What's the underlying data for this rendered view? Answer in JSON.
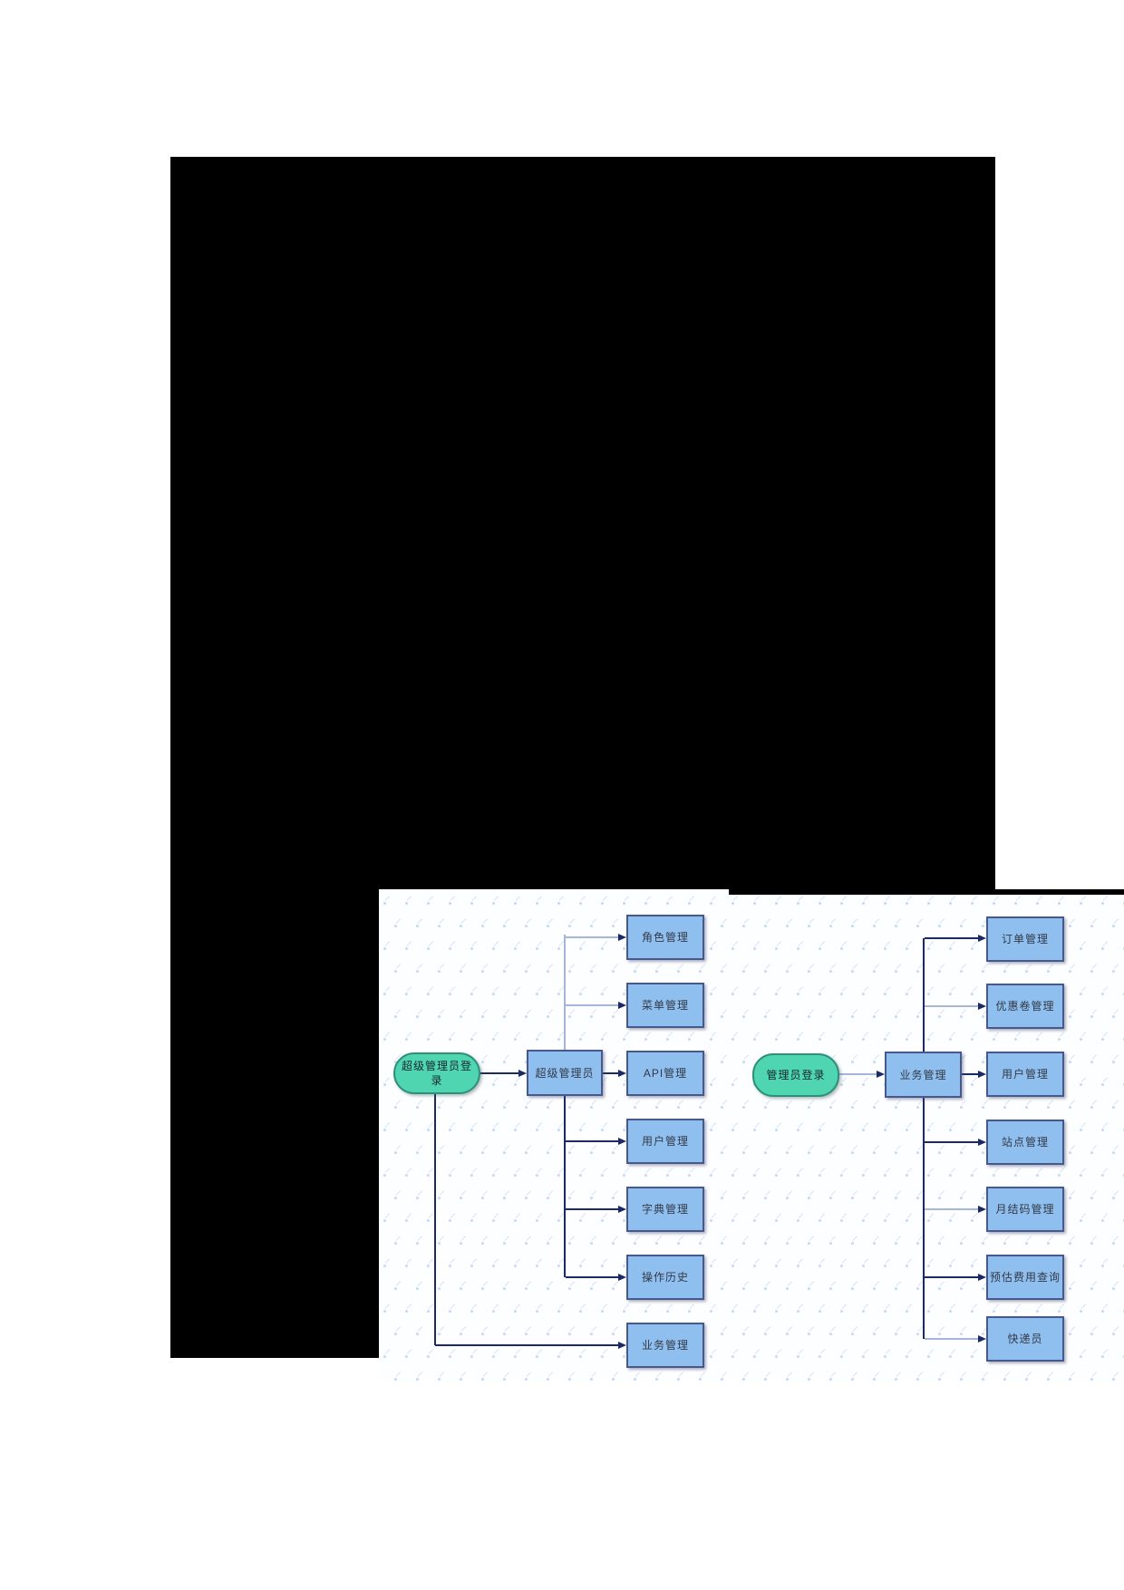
{
  "diagram": {
    "left": {
      "start": {
        "label": "超级管理员登录"
      },
      "hub": {
        "label": "超级管理员"
      },
      "children": [
        {
          "label": "角色管理"
        },
        {
          "label": "菜单管理"
        },
        {
          "label": "API管理"
        },
        {
          "label": "用户管理"
        },
        {
          "label": "字典管理"
        },
        {
          "label": "操作历史"
        },
        {
          "label": "业务管理"
        }
      ]
    },
    "right": {
      "start": {
        "label": "管理员登录"
      },
      "hub": {
        "label": "业务管理"
      },
      "children": [
        {
          "label": "订单管理"
        },
        {
          "label": "优惠卷管理"
        },
        {
          "label": "用户管理"
        },
        {
          "label": "站点管理"
        },
        {
          "label": "月结码管理"
        },
        {
          "label": "预估费用查询"
        },
        {
          "label": "快递员"
        }
      ]
    }
  },
  "colors": {
    "page_bg": "#ffffff",
    "panel_bg": "#000000",
    "canvas_bg": "#fdfeff",
    "node_fill": "#8fbfef",
    "node_border": "#47598c",
    "start_fill": "#4fd5b0",
    "start_border": "#2f8f7d",
    "edge_dark": "#1b2a66",
    "edge_light": "#a9b4da",
    "dot": "#c9dcf4",
    "dot_dash": "#d4e2f6"
  }
}
